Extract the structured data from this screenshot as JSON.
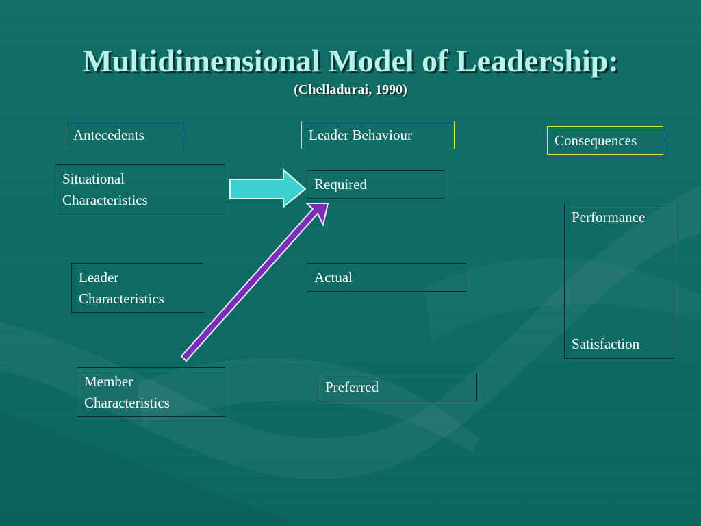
{
  "title": "Multidimensional Model of Leadership:",
  "subtitle": "(Chelladurai, 1990)",
  "headers": {
    "antecedents": "Antecedents",
    "leader_behaviour": "Leader Behaviour",
    "consequences": "Consequences"
  },
  "antecedents": {
    "situational": [
      "Situational",
      "Characteristics"
    ],
    "leader": [
      "Leader",
      "Characteristics"
    ],
    "member": [
      "Member",
      "Characteristics"
    ]
  },
  "behaviour": {
    "required": "Required",
    "actual": "Actual",
    "preferred": "Preferred"
  },
  "consequences": {
    "performance": "Performance",
    "satisfaction": "Satisfaction"
  },
  "colors": {
    "background": "#0e6b64",
    "title": "#b9f2ea",
    "header_border": "#d9e84c",
    "cyan_arrow": "#3ccfcf",
    "purple_arrow": "#7b2cb8"
  }
}
